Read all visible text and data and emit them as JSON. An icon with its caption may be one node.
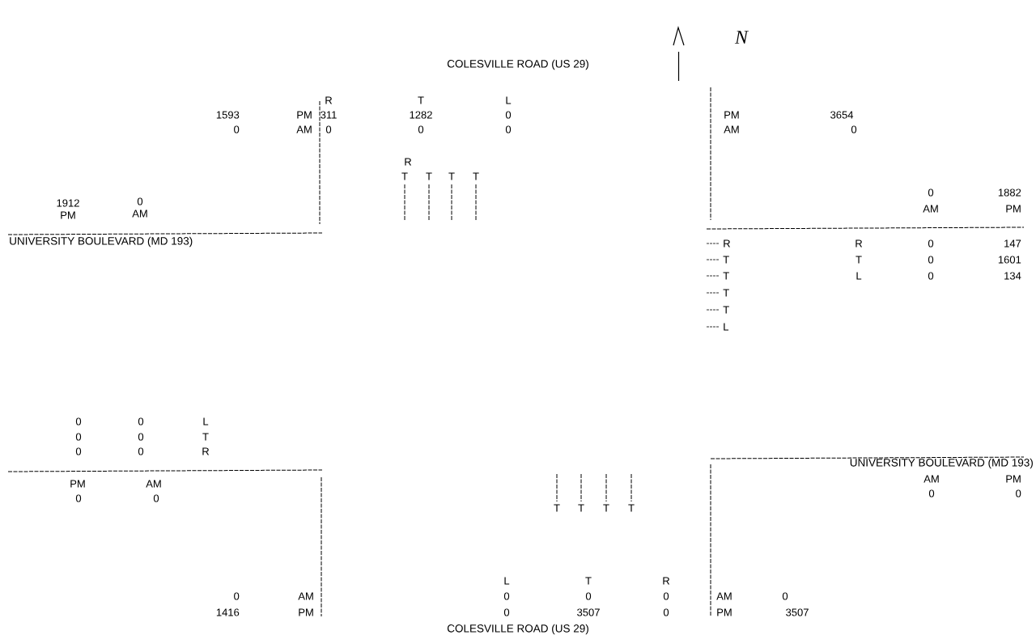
{
  "diagram": {
    "labels": [
      "N",
      "COLESVILLE ROAD (US 29)",
      "R",
      "T",
      "L",
      "1593",
      "PM",
      "311",
      "1282",
      "0",
      "PM",
      "3654",
      "0",
      "AM",
      "0",
      "0",
      "0",
      "AM",
      "0",
      "R",
      "T",
      "T",
      "T",
      "T",
      "0",
      "1882",
      "1912",
      "0",
      "AM",
      "PM",
      "PM",
      "AM",
      "UNIVERSITY BOULEVARD (MD 193)",
      "R",
      "R",
      "0",
      "147",
      "T",
      "T",
      "0",
      "1601",
      "T",
      "L",
      "0",
      "134",
      "T",
      "T",
      "L",
      "0",
      "0",
      "L",
      "0",
      "0",
      "T",
      "0",
      "0",
      "R",
      "UNIVERSITY BOULEVARD (MD 193)",
      "AM",
      "PM",
      "PM",
      "AM",
      "0",
      "0",
      "0",
      "0",
      "T",
      "T",
      "T",
      "T",
      "L",
      "T",
      "R",
      "0",
      "AM",
      "0",
      "0",
      "0",
      "AM",
      "0",
      "1416",
      "PM",
      "0",
      "3507",
      "0",
      "PM",
      "3507",
      "COLESVILLE ROAD (US 29)"
    ]
  }
}
